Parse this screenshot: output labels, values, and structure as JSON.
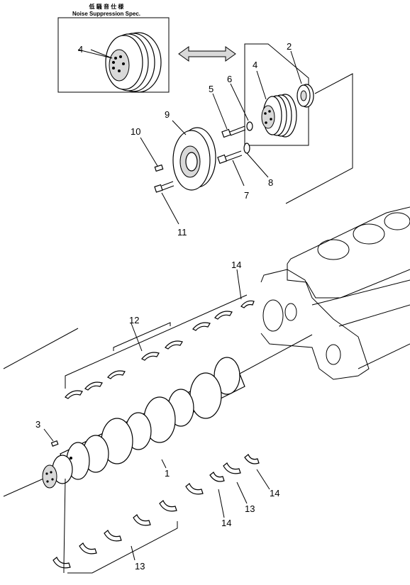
{
  "header": {
    "kanji": "低 騒 音 仕 様",
    "title": "Noise  Suppression  Spec."
  },
  "callouts": [
    {
      "id": "c4a",
      "text": "4"
    },
    {
      "id": "c2",
      "text": "2"
    },
    {
      "id": "c4b",
      "text": "4"
    },
    {
      "id": "c5",
      "text": "5"
    },
    {
      "id": "c6",
      "text": "6"
    },
    {
      "id": "c9",
      "text": "9"
    },
    {
      "id": "c10",
      "text": "10"
    },
    {
      "id": "c7",
      "text": "7"
    },
    {
      "id": "c8",
      "text": "8"
    },
    {
      "id": "c11",
      "text": "11"
    },
    {
      "id": "c14a",
      "text": "14"
    },
    {
      "id": "c12",
      "text": "12"
    },
    {
      "id": "c3",
      "text": "3"
    },
    {
      "id": "c1",
      "text": "1"
    },
    {
      "id": "c14b",
      "text": "14"
    },
    {
      "id": "c13a",
      "text": "13"
    },
    {
      "id": "c14c",
      "text": "14"
    },
    {
      "id": "c13b",
      "text": "13"
    }
  ]
}
